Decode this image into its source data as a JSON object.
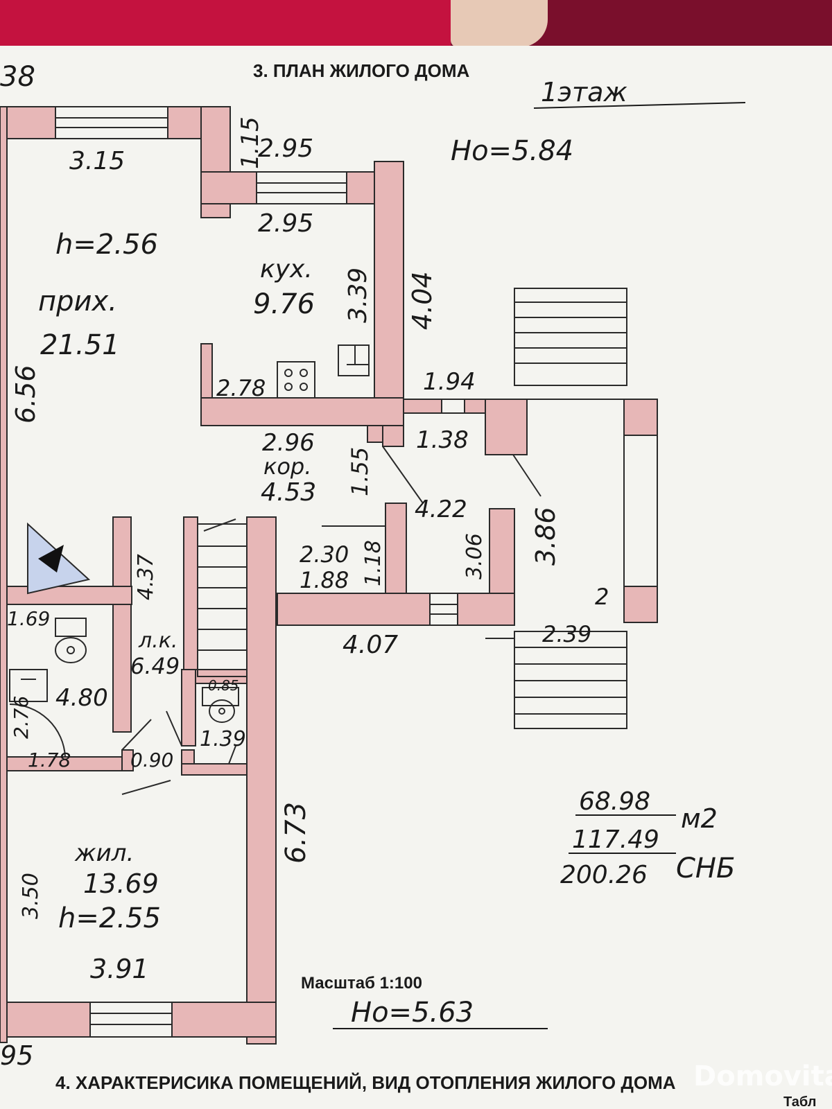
{
  "header": {
    "section_title": "3. ПЛАН ЖИЛОГО ДОМА",
    "floor_label": "1этаж",
    "elevation_top": "Нo=5.84",
    "corner_top_left": "38",
    "corner_bottom_left": "95"
  },
  "labels": {
    "d_315": "3.15",
    "d_295a": "2.95",
    "d_115": "1.15",
    "d_295b": "2.95",
    "h_256": "h=2.56",
    "prih": "прих.",
    "a_2151": "21.51",
    "d_656": "6.56",
    "kuh": "кух.",
    "a_976": "9.76",
    "d_339": "3.39",
    "d_404": "4.04",
    "d_278": "2.78",
    "d_194": "1.94",
    "d_138": "1.38",
    "d_296": "2.96",
    "kor": "кор.",
    "a_453": "4.53",
    "d_155": "1.55",
    "d_422": "4.22",
    "d_386": "3.86",
    "d_437": "4.37",
    "d_230": "2.30",
    "d_118": "1.18",
    "d_188": "1.88",
    "d_306": "3.06",
    "num_2": "2",
    "d_407": "4.07",
    "d_239": "2.39",
    "d_169": "1.69",
    "lk": "л.к.",
    "a_649": "6.49",
    "d_480": "4.80",
    "d_085": "0.85",
    "d_276": "2.76",
    "d_139": "1.39",
    "d_178": "1.78",
    "d_090": "0.90",
    "d_673": "6.73",
    "zhil": "жил.",
    "a_1369": "13.69",
    "h_255": "h=2.55",
    "d_350": "3.50",
    "d_391": "3.91"
  },
  "areas_summary": {
    "living": "68.98",
    "unit": "м2",
    "total": "117.49",
    "snb": "200.26",
    "snb_suffix": "СНБ"
  },
  "footer": {
    "scale": "Масштаб 1:100",
    "elevation_bottom": "Нo=5.63",
    "section_title": "4. ХАРАКТЕРИСИКА ПОМЕЩЕНИЙ, ВИД ОТОПЛЕНИЯ ЖИЛОГО ДОМА",
    "right_cut": "Табл",
    "watermark": "Domovita"
  },
  "colors": {
    "wall_fill": "#e7b7b7",
    "wall_stroke": "#2a2a2a",
    "band_red": "#c4123f",
    "band_dark": "#7a0f2c"
  }
}
